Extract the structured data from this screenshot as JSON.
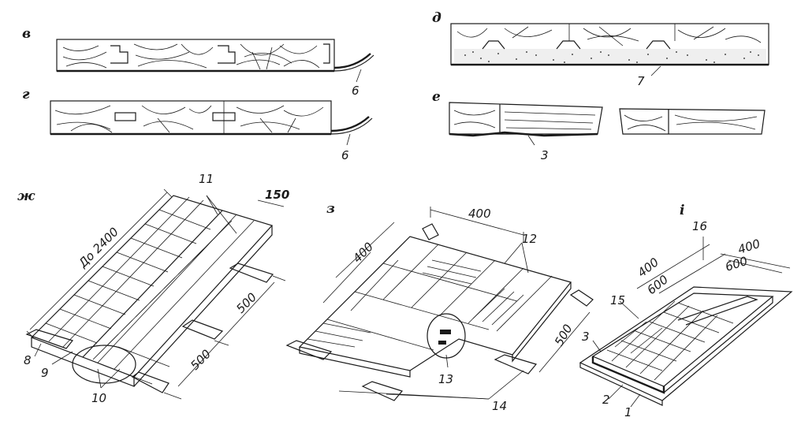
{
  "panels": {
    "v": "в",
    "g": "г",
    "d": "д",
    "e": "е",
    "zh": "ж",
    "z": "з",
    "i": "i"
  },
  "callouts": {
    "c1": "1",
    "c2": "2",
    "c3": "3",
    "c3b": "3",
    "c6a": "6",
    "c6b": "6",
    "c7": "7",
    "c8": "8",
    "c9": "9",
    "c10": "10",
    "c11": "11",
    "c12": "12",
    "c13": "13",
    "c14": "14",
    "c15": "15",
    "c16": "16"
  },
  "dimensions": {
    "zh_length": "До 2400",
    "zh_width": "150",
    "zh_span1": "500",
    "zh_span2": "500",
    "z_top": "400",
    "z_left": "400",
    "z_right": "500",
    "i_a": "400",
    "i_b": "600",
    "i_c": "400",
    "i_d": "600"
  }
}
